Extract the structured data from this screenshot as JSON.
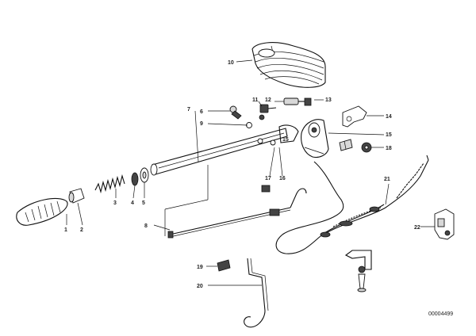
{
  "diagram": {
    "catalog_code": "00004499",
    "callouts": [
      {
        "id": "c1",
        "label": "1"
      },
      {
        "id": "c2",
        "label": "2"
      },
      {
        "id": "c3",
        "label": "3"
      },
      {
        "id": "c4",
        "label": "4"
      },
      {
        "id": "c5",
        "label": "5"
      },
      {
        "id": "c6",
        "label": "6"
      },
      {
        "id": "c7",
        "label": "7"
      },
      {
        "id": "c8",
        "label": "8"
      },
      {
        "id": "c9",
        "label": "9"
      },
      {
        "id": "c10",
        "label": "10"
      },
      {
        "id": "c11",
        "label": "11"
      },
      {
        "id": "c12",
        "label": "12"
      },
      {
        "id": "c13",
        "label": "13"
      },
      {
        "id": "c14",
        "label": "14"
      },
      {
        "id": "c15",
        "label": "15"
      },
      {
        "id": "c16",
        "label": "16"
      },
      {
        "id": "c17",
        "label": "17"
      },
      {
        "id": "c18",
        "label": "18"
      },
      {
        "id": "c19",
        "label": "19"
      },
      {
        "id": "c20",
        "label": "20"
      },
      {
        "id": "c21",
        "label": "21"
      },
      {
        "id": "c22",
        "label": "22"
      },
      {
        "id": "c15b",
        "label": "15"
      }
    ]
  }
}
